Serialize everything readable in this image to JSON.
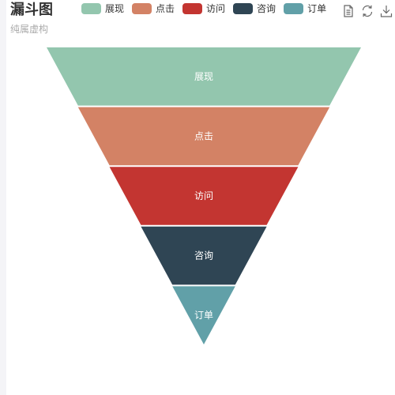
{
  "chart_data": {
    "type": "funnel",
    "title": "漏斗图",
    "subtitle": "纯属虚构",
    "categories": [
      "展现",
      "点击",
      "访问",
      "咨询",
      "订单"
    ],
    "values": [
      100,
      80,
      60,
      40,
      20
    ],
    "colors": [
      "#93c6ae",
      "#d38265",
      "#c33531",
      "#2f4554",
      "#61a0a8"
    ],
    "legend": {
      "position": "top",
      "items": [
        "展现",
        "点击",
        "访问",
        "咨询",
        "订单"
      ]
    }
  },
  "toolbox": {
    "icons": [
      "data-view-icon",
      "restore-icon",
      "save-image-icon"
    ]
  }
}
